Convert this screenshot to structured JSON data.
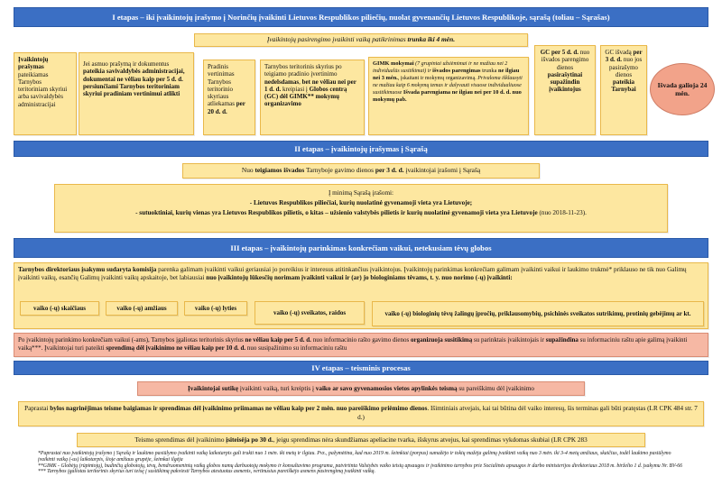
{
  "stage1": {
    "title": "I etapas – iki įvaikintojų įrašymo į Norinčių įvaikinti Lietuvos Respublikos piliečių, nuolat gyvenančių Lietuvos Respublikoje, sąrašą (toliau – Sąrašas)",
    "duration_a": "Įvaikintojų pasirengimo įvaikinti vaiką patikrinimas ",
    "duration_b": "trunka iki 4 mėn.",
    "box1": {
      "a": "Įvaikintojų prašymas ",
      "b": "pateikiamas Tarnybos teritoriniam skyriui arba savivaldybės administracijai"
    },
    "box2": {
      "a": "Jei asmuo prašymą ir dokumentus ",
      "b": "pateikia savivaldybės administracijai, dokumentai ne vėliau kaip per 5 d. d. persiunčiami Tarnybos teritoriniam skyriui pradiniam vertinimui atlikti"
    },
    "box3": {
      "a": "Pradinis vertinimas Tarnybos teritorinio skyriaus atliekamas ",
      "b": "per 20 d. d."
    },
    "box4": {
      "a": "Tarnybos teritorinis skyrius po teigiamo pradinio įvertinimo ",
      "b": "nedelsdamas",
      "c": ", ",
      "d": "bet ne vėliau nei per 1 d. d.",
      "e": " kreipiasi į ",
      "f": "Globos centrą (GC) dėl GIMK** mokymų organizavimo"
    },
    "box5": {
      "a": "GIMK mokymai",
      "b": " (7 grupiniai užsiėmimai ir ne mažiau nei 2 individualūs susitikimai) ir ",
      "c": "išvados parengimas",
      "d": " trunka ",
      "e": "ne ilgiau nei 3 mėn.",
      "f": ", įskaitant ir mokymų organizavimą. ",
      "g": "Privaloma išklausyti ne mažiau kaip 6 mokymų temas ir dalyvauti visuose individualiuose susitikimuose ",
      "h": "Išvada parengiama ne ilgiau nei per 10 d. d. nuo mokymų pab."
    },
    "box6": {
      "a": "GC per 5 d. d.",
      "b": " nuo išvados parengimo dienos ",
      "c": "pasirašytinai supažindin įvaikintojus"
    },
    "box7": {
      "a": "GC išvadą ",
      "b": "per 3 d. d.",
      "c": " nuo jos pasirašymo dienos ",
      "d": "pateikia Tarnybai"
    },
    "oval": "Išvada galioja 24 mėn."
  },
  "stage2": {
    "title": "II etapas – įvaikintojų įrašymas į Sąrašą",
    "line_a": "Nuo ",
    "line_b": "teigiamos išvados",
    "line_c": " Tarnyboje gavimo dienos ",
    "line_d": "per 3 d. d.",
    "line_e": " įvaikintojai įrašomi į Sąrašą",
    "intro": "Į minimą Sąrašą įrašomi:",
    "item1": "- Lietuvos Respublikos piliečiai, kurių nuolatinė gyvenamoji vieta yra Lietuvoje;",
    "item2_a": "- sutuoktiniai, kurių vienas yra Lietuvos Respublikos pilietis, o kitas – užsienio valstybės pilietis ir kurių nuolatinė gyvenamoji vieta yra Lietuvoje",
    "item2_b": " (nuo 2018-11-23)."
  },
  "stage3": {
    "title": "III etapas – įvaikintojų parinkimas konkrečiam vaikui, netekusiam tėvų globos",
    "text_a": "Tarnybos direktoriaus įsakymu sudaryta komisija",
    "text_b": " parenka galimam įvaikinti vaikui geriausiai jo poreikius ir interesus atitinkančius įvaikintojus. Įvaikintojų parinkimas konkrečiam galimam įvaikinti vaikui ir laukimo trukmė*",
    "text_c": " priklauso ne tik nuo Galimų įvaikinti vaikų, esančių Galimų įvaikinti vaikų apskaitoje, bet labiausiai ",
    "text_d": " nuo įvaikintojų lūkesčių norimam įvaikinti vaikui ir (ar) jo biologiniams tėvams, t. y. nuo norimo (-ų) įvaikinti:",
    "c1": "vaiko (-ų) skaičiaus",
    "c2": "vaiko (-ų) amžiaus",
    "c3": "vaiko (-ų) lyties",
    "c4": "vaiko (-ų) sveikatos, raidos",
    "c5": "vaiko (-ų) biologinių tėvų žalingų įpročių, priklausomybių, psichinės sveikatos sutrikimų, protinių gebėjimų ar kt.",
    "sal_a": "Po įvaikintojų parinkimo konkrečiam vaikui (-ams), Tarnybos įgaliotas teritorinis skyrius ",
    "sal_b": "ne vėliau kaip per 5 d. d.",
    "sal_c": " nuo informacinio rašto gavimo dienos ",
    "sal_d": "organizuoja susitikimą",
    "sal_e": " su parinktais įvaikintojais ir ",
    "sal_f": "supažindina",
    "sal_g": " su informaciniu raštu apie galimą įvaikinti vaiką***. Įvaikintojai turi pateikti ",
    "sal_h": "sprendimą dėl įvaikinimo ne vėliau kaip per 10 d. d.",
    "sal_i": " nuo susipažinimo su informaciniu raštu"
  },
  "stage4": {
    "title": "IV etapas – teisminis procesas",
    "box1_a": "Įvaikintojai sutikę",
    "box1_b": " įvaikinti vaiką, turi kreiptis į ",
    "box1_c": "vaiko ar savo gyvenamosios vietos apylinkės teismą",
    "box1_d": " su pareiškimu dėl įvaikinimo",
    "box2_a": "Paprastai ",
    "box2_b": "bylos nagrinėjimas teisme baigiamas ir sprendimas dėl įvaikinimo priimamas ne vėliau kaip per 2 mėn. nuo pareiškimo priėmimo dienos",
    "box2_c": ". Išimtiniais atvejais, kai tai būtina dėl vaiko interesų, šis terminas gali būti pratęstas (LR CPK 484 str. 7 d.)",
    "box3_a": "Teismo sprendimas dėl įvaikinimo ",
    "box3_b": "įsiteisėja po 30 d.",
    "box3_c": ", jeigu sprendimas nėra skundžiamas apeliacine tvarka, išskyrus atvejus, kai sprendimas vykdomas skubiai (LR CPK 283"
  },
  "footnotes": {
    "f1": "*Paprastai nuo įvaikintojų įrašymo į Sąrašą ir laukimo pasiūlymo įvaikinti vaiką laikotarpis gali trukti nuo 1 mėn. iki metų ir ilgiau. Pvz., pažymėtina, kad nuo 2019 m. šeimkiai (porpus) sumažėjo ir tokių mažėja galimų įvaikinti vaikų nuo 3 mėn. iki 3-4 metų amžiaus, skaičius, todėl laukimo pasiūlymo įvaikinti vaiką (-us) laikotarpis, šioje amžiaus grupėje, šeimkai ilgėja",
    "f2": "**GIMK - Globėjų (rūpintojų), budinčių globotojų, tėvų, bendruomeninių vaikų globos namų darbuotojų mokymo ir konsultavimo programa, patvirtinta Valstybės vaiko teisių apsaugos ir įvaikinimo tarnybos prie Socialinės apsaugos ir darbo ministerijos direktoriaus 2018 m. birželio 1 d. įsakymu Nr. BV-66",
    "f3": "*** Tarnybos įgaliotas teritorinis skyrius turi teisę į susitikimą pakviesti Tarnybos atestuotus asmenis, vertinusius pareiškėjo asmens pasirengimą įvaikinti vaiką."
  },
  "colors": {
    "bar": "#3b6fc4",
    "box": "#fde7a0",
    "box_border": "#e9b84a",
    "salmon": "#f6b8a4",
    "oval": "#f2a38a"
  }
}
